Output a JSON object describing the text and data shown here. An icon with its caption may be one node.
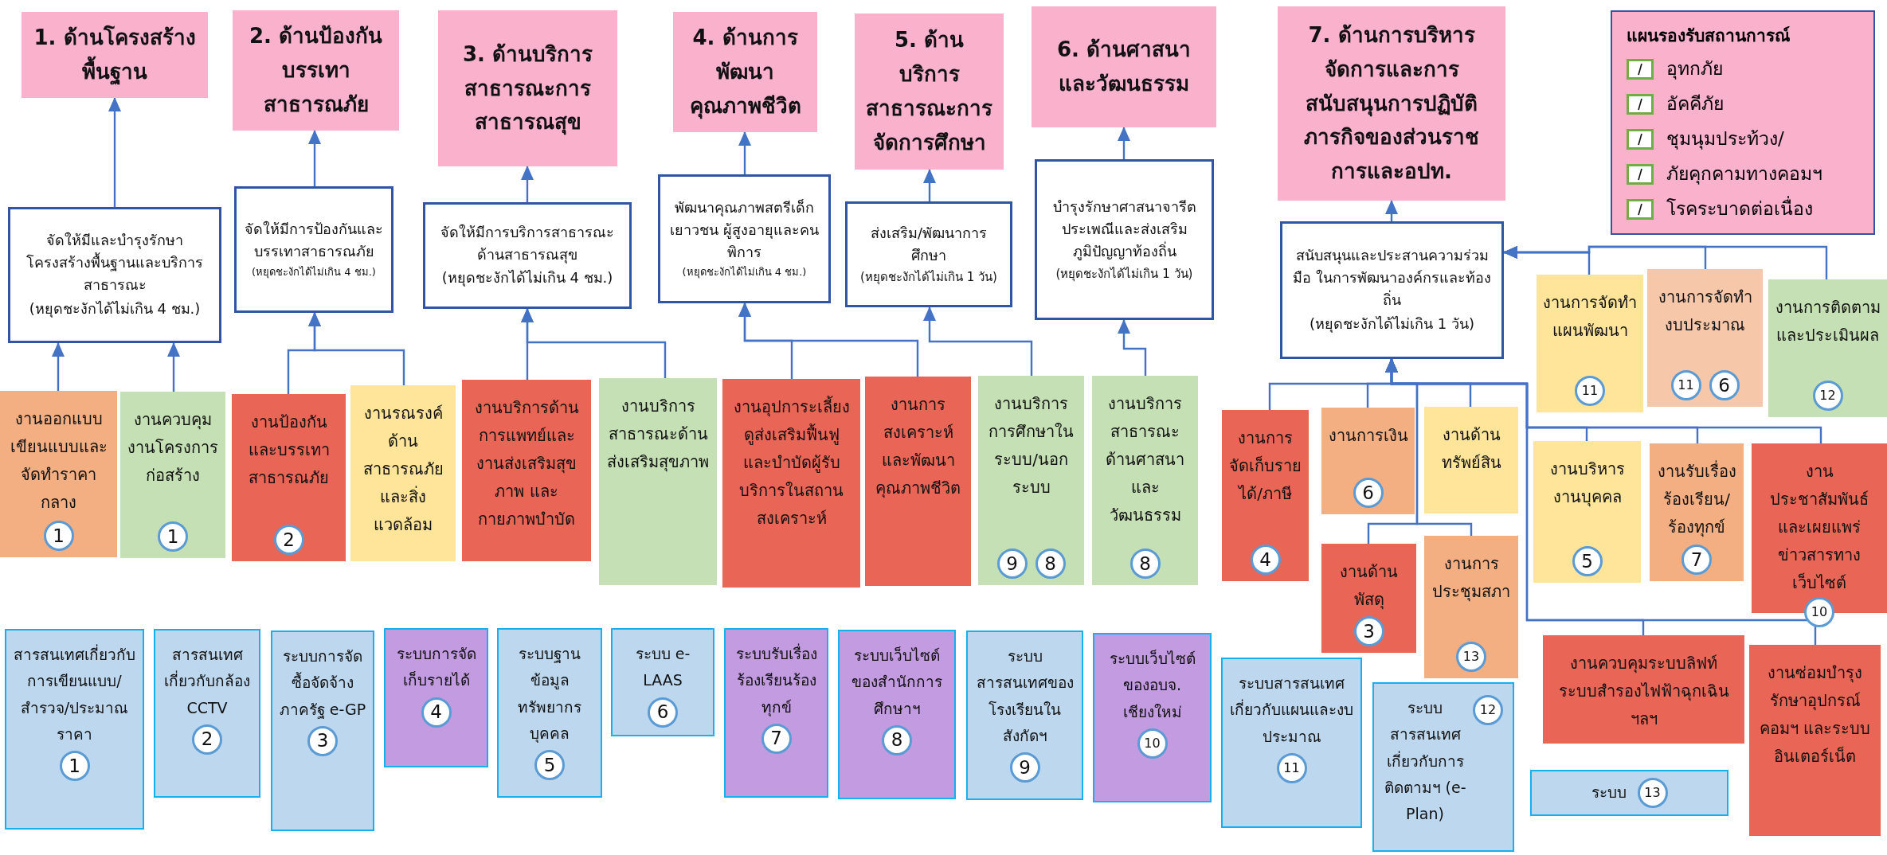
{
  "diagram": {
    "nodes": [
      {
        "text": [
          "1. ด้านโครงสร้างพื้นฐาน"
        ]
      },
      {
        "text": [
          "2. ด้านป้องกันบรรเทาสาธารณภัย"
        ]
      },
      {
        "text": [
          "3. ด้านบริการสาธารณะการสาธารณสุข"
        ]
      },
      {
        "text": [
          "4. ด้านการพัฒนาคุณภาพชีวิต"
        ]
      },
      {
        "text": [
          "5. ด้านบริการสาธารณะการจัดการศึกษา"
        ]
      },
      {
        "text": [
          "6. ด้านศาสนาและวัฒนธรรม"
        ]
      },
      {
        "text": [
          "7. ด้านการบริหารจัดการและการสนับสนุนการปฏิบัติภารกิจของส่วนราชการและอปท."
        ]
      },
      {
        "text": [
          "จัดให้มีและบำรุงรักษาโครงสร้างพื้นฐานและบริการสาธารณะ",
          "(หยุดชะงักได้ไม่เกิน 4 ชม.)"
        ]
      },
      {
        "text": [
          "จัดให้มีการป้องกันและบรรเทาสาธารณภัย",
          "(หยุดชะงักได้ไม่เกิน 4 ชม.)"
        ]
      },
      {
        "text": [
          "จัดให้มีการบริการสาธารณะด้านสาธารณสุข",
          "(หยุดชะงักได้ไม่เกิน 4 ชม.)"
        ]
      },
      {
        "text": [
          "พัฒนาคุณภาพสตรีเด็กเยาวชน ผู้สูงอายุและคนพิการ",
          "(หยุดชะงักได้ไม่เกิน 4 ชม.)"
        ]
      },
      {
        "text": [
          "ส่งเสริม/พัฒนาการศึกษา",
          "(หยุดชะงักได้ไม่เกิน 1 วัน)"
        ]
      },
      {
        "text": [
          "บำรุงรักษาศาสนาจารีตประเพณีและส่งเสริมภูมิปัญญาท้องถิ่น",
          "(หยุดชะงักได้ไม่เกิน 1 วัน)"
        ]
      },
      {
        "text": [
          "สนับสนุนและประสานความร่วมมือ ในการพัฒนาองค์กรและท้องถิ่น",
          "(หยุดชะงักได้ไม่เกิน 1 วัน)"
        ]
      },
      {
        "text": [
          "งานออกแบบเขียนแบบและจัดทำราคากลาง",
          "1"
        ]
      },
      {
        "text": [
          "งานควบคุมงานโครงการก่อสร้าง",
          "1"
        ]
      },
      {
        "text": [
          "งานป้องกันและบรรเทาสาธารณภัย",
          "2"
        ]
      },
      {
        "text": [
          "งานรณรงค์ด้านสาธารณภัยและสิ่งแวดล้อม"
        ]
      },
      {
        "text": [
          "งานบริการด้านการแพทย์และงานส่งเสริมสุขภาพ และกายภาพบำบัด"
        ]
      },
      {
        "text": [
          "งานบริการสาธารณะด้านส่งเสริมสุขภาพ"
        ]
      },
      {
        "text": [
          "งานอุปการะเลี้ยงดูส่งเสริมฟื้นฟู และบำบัดผู้รับบริการในสถานสงเคราะห์"
        ]
      },
      {
        "text": [
          "งานการสงเคราะห์และพัฒนาคุณภาพชีวิต"
        ]
      },
      {
        "text": [
          "งานบริการการศึกษาในระบบ/นอกระบบ",
          "9",
          "8"
        ]
      },
      {
        "text": [
          "งานบริการสาธารณะด้านศาสนาและวัฒนธรรม",
          "8"
        ]
      },
      {
        "text": [
          "งานการจัดเก็บรายได้/ภาษี",
          "4"
        ]
      },
      {
        "text": [
          "งานการเงิน",
          "6"
        ]
      },
      {
        "text": [
          "งานด้านทรัพย์สิน"
        ]
      },
      {
        "text": [
          "งานการจัดทำแผนพัฒนา",
          "11"
        ]
      },
      {
        "text": [
          "งานการจัดทำงบประมาณ",
          "11",
          "6"
        ]
      },
      {
        "text": [
          "งานการติดตามและประเมินผล",
          "12"
        ]
      },
      {
        "text": [
          "งานบริหารงานบุคคล",
          "5"
        ]
      },
      {
        "text": [
          "งานรับเรื่องร้องเรียน/ร้องทุกข์",
          "7"
        ]
      },
      {
        "text": [
          "งานประชาสัมพันธ์และเผยแพร่ข่าวสารทางเว็บไซต์",
          "10"
        ]
      },
      {
        "text": [
          "งานด้านพัสดุ",
          "3"
        ]
      },
      {
        "text": [
          "งานการประชุมสภา",
          "13"
        ]
      },
      {
        "text": [
          "งานควบคุมระบบลิฟท์ ระบบสำรองไฟฟ้าฉุกเฉิน ฯลฯ"
        ]
      },
      {
        "text": [
          "งานซ่อมบำรุงรักษาอุปกรณ์คอมฯ และระบบอินเตอร์เน็ต"
        ]
      },
      {
        "text": [
          "สารสนเทศเกี่ยวกับการเขียนแบบ/สำรวจ/ประมาณราคา",
          "1"
        ]
      },
      {
        "text": [
          "สารสนเทศเกี่ยวกับกล้อง CCTV",
          "2"
        ]
      },
      {
        "text": [
          "ระบบการจัดซื้อจัดจ้างภาครัฐ e-GP",
          "3"
        ]
      },
      {
        "text": [
          "ระบบการจัดเก็บรายได้",
          "4"
        ]
      },
      {
        "text": [
          "ระบบฐานข้อมูลทรัพยากรบุคคล",
          "5"
        ]
      },
      {
        "text": [
          "ระบบ e-LAAS",
          "6"
        ]
      },
      {
        "text": [
          "ระบบรับเรื่องร้องเรียนร้องทุกข์",
          "7"
        ]
      },
      {
        "text": [
          "ระบบเว็บไซต์ของสำนักการศึกษาฯ",
          "8"
        ]
      },
      {
        "text": [
          "ระบบสารสนเทศของโรงเรียนในสังกัดฯ",
          "9"
        ]
      },
      {
        "text": [
          "ระบบเว็บไซต์ของอบจ. เชียงใหม่",
          "10"
        ]
      },
      {
        "text": [
          "ระบบสารสนเทศเกี่ยวกับแผนและงบประมาณ",
          "11"
        ]
      },
      {
        "text": [
          "ระบบสารสนเทศเกี่ยวกับการติดตามฯ (e-Plan)",
          "12"
        ]
      },
      {
        "text": [
          "ระบบ",
          "13"
        ]
      }
    ],
    "edges": [
      {
        "from": 7,
        "to": 0,
        "arrow": "to"
      },
      {
        "from": 14,
        "to": 7,
        "arrow": "to"
      },
      {
        "from": 15,
        "to": 7,
        "arrow": "to"
      },
      {
        "from": 8,
        "to": 1,
        "arrow": "to"
      },
      {
        "from": 16,
        "to": 8,
        "arrow": "to"
      },
      {
        "from": 17,
        "to": 8,
        "arrow": "to"
      },
      {
        "from": 9,
        "to": 2,
        "arrow": "to"
      },
      {
        "from": 18,
        "to": 9,
        "arrow": "to"
      },
      {
        "from": 19,
        "to": 9,
        "arrow": "to"
      },
      {
        "from": 10,
        "to": 3,
        "arrow": "to"
      },
      {
        "from": 20,
        "to": 10,
        "arrow": "to"
      },
      {
        "from": 21,
        "to": 10,
        "arrow": "to"
      },
      {
        "from": 11,
        "to": 4,
        "arrow": "to"
      },
      {
        "from": 22,
        "to": 11,
        "arrow": "to"
      },
      {
        "from": 12,
        "to": 5,
        "arrow": "to"
      },
      {
        "from": 23,
        "to": 12,
        "arrow": "to"
      },
      {
        "from": 13,
        "to": 6,
        "arrow": "to"
      },
      {
        "from": 24,
        "to": 13,
        "arrow": "to"
      },
      {
        "from": 25,
        "to": 13,
        "arrow": "to"
      },
      {
        "from": 26,
        "to": 13,
        "arrow": "to"
      },
      {
        "from": 33,
        "to": 13,
        "arrow": "to"
      },
      {
        "from": 34,
        "to": 13,
        "arrow": "to"
      },
      {
        "from": 30,
        "to": 13,
        "arrow": "to"
      },
      {
        "from": 31,
        "to": 13,
        "arrow": "to"
      },
      {
        "from": 32,
        "to": 13,
        "arrow": "to"
      },
      {
        "from": 35,
        "to": 13,
        "arrow": "to"
      },
      {
        "from": 36,
        "to": 13,
        "arrow": "to"
      },
      {
        "from": 27,
        "to": 13,
        "arrow": "to"
      },
      {
        "from": 28,
        "to": 13,
        "arrow": "to"
      },
      {
        "from": 29,
        "to": 13,
        "arrow": "to"
      }
    ],
    "labels": [
      "แผนรองรับสถานการณ์"
    ],
    "legend": [
      {
        "text": "อุทกภัย"
      },
      {
        "text": "อัคคีภัย"
      },
      {
        "text": "ชุมนุมประท้วง/"
      },
      {
        "text": "ภัยคุกคามทางคอมฯ"
      },
      {
        "text": "โรคระบาดต่อเนื่อง"
      }
    ]
  }
}
